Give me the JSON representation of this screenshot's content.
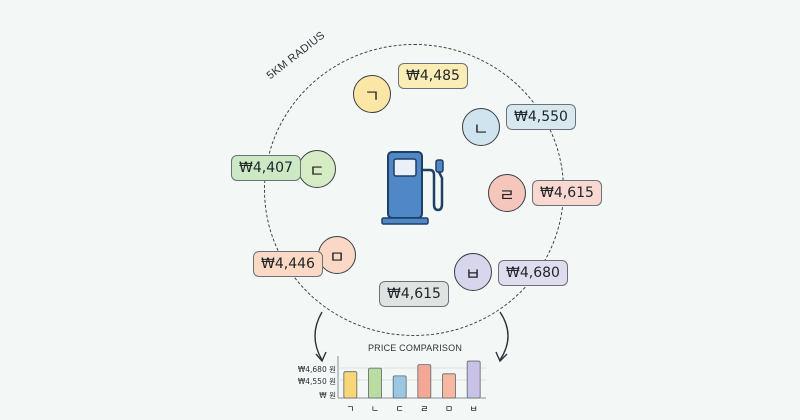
{
  "radius_label": "5KM RADIUS",
  "stations": [
    {
      "id": "giyeok",
      "glyph": "ㄱ",
      "price": "₩4,485",
      "color": "#fbe6a6",
      "tag_color": "#fbedb6"
    },
    {
      "id": "nieun",
      "glyph": "ㄴ",
      "price": "₩4,550",
      "color": "#cfe4ee",
      "tag_color": "#d7e9ee"
    },
    {
      "id": "rieul",
      "glyph": "ㄹ",
      "price": "₩4,615",
      "color": "#f5c7bc",
      "tag_color": "#f8d8d0"
    },
    {
      "id": "bieup",
      "glyph": "ㅂ",
      "price": "₩4,680",
      "color": "#d8d6ec",
      "tag_color": "#dfdcf0"
    },
    {
      "id": "digeut",
      "glyph": "ㄷ",
      "price": "₩4,407",
      "color": "#d6ecc4",
      "tag_color": "#cde8c4"
    },
    {
      "id": "mieum",
      "glyph": "ㅁ",
      "price": "₩4,446",
      "color": "#fbd8c6",
      "tag_color": "#fcd9c4"
    }
  ],
  "center_tag": {
    "price": "₩4,615",
    "color": "#dfe3e2"
  },
  "pump_color": "#4f87c7",
  "chart_data": {
    "type": "bar",
    "title": "PRICE COMPARISON",
    "categories": [
      "ㄱ",
      "ㄴ",
      "ㄷ",
      "ㄹ",
      "ㅁ",
      "ㅂ"
    ],
    "values": [
      4485,
      4550,
      4407,
      4615,
      4446,
      4680
    ],
    "colors": [
      "#f7d777",
      "#b9dca0",
      "#9cc7e3",
      "#f3a794",
      "#f6b8a0",
      "#c8c3e6"
    ],
    "y_tick_labels": [
      "₩4,680 원",
      "₩4,550 원",
      "₩ 원"
    ],
    "ylim": [
      4000,
      4700
    ],
    "grid": true
  }
}
